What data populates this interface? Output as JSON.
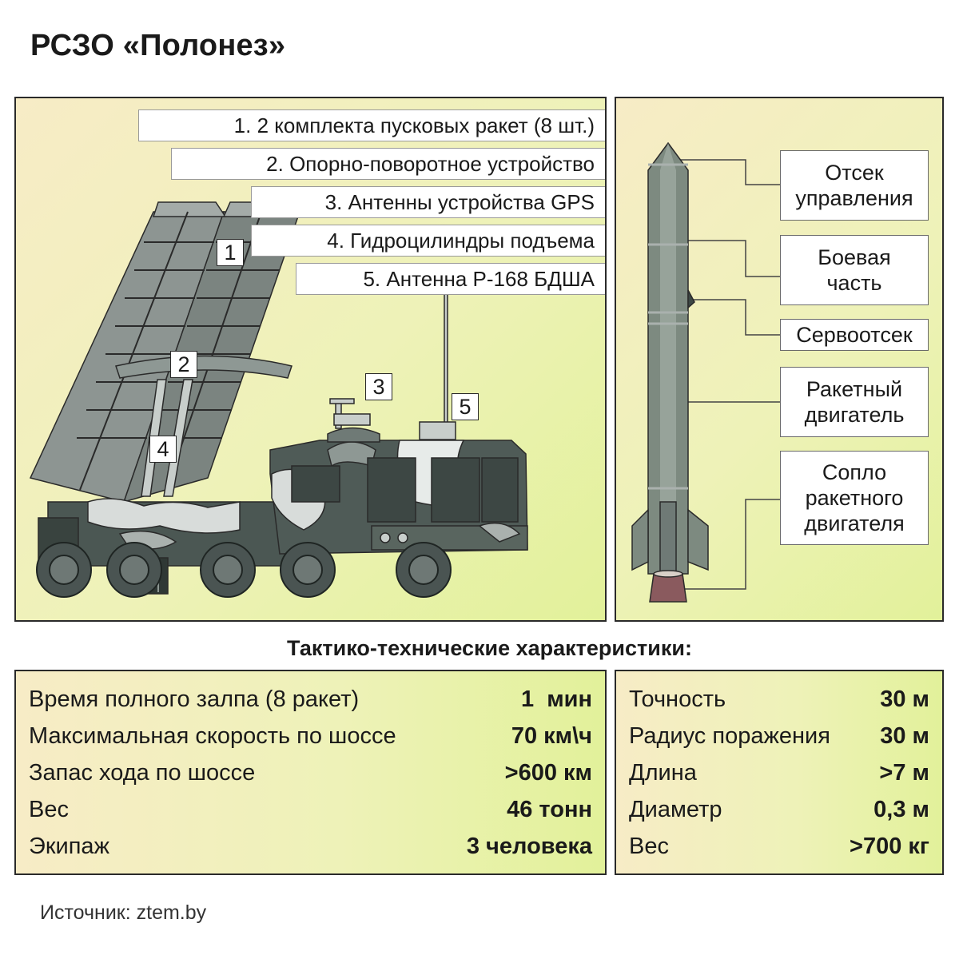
{
  "title": "РСЗО «Полонез»",
  "vehicle_labels": [
    "1. 2 комплекта пусковых ракет (8 шт.)",
    "2. Опорно-поворотное устройство",
    "3. Антенны устройства GPS",
    "4. Гидроцилиндры подъема",
    "5. Антенна Р-168 БДША"
  ],
  "callouts": [
    "1",
    "2",
    "3",
    "4",
    "5"
  ],
  "rocket_parts": [
    "Отсек управления",
    "Боевая часть",
    "Сервоотсек",
    "Ракетный двигатель",
    "Сопло ракетного двигателя"
  ],
  "specs_heading": "Тактико-технические характеристики:",
  "specs_vehicle": [
    {
      "label": "Время полного залпа (8 ракет)",
      "value": "1  мин"
    },
    {
      "label": "Максимальная скорость по шоссе",
      "value": "70 км\\ч"
    },
    {
      "label": "Запас хода по шоссе",
      "value": ">600 км"
    },
    {
      "label": "Вес",
      "value": "46 тонн"
    },
    {
      "label": "Экипаж",
      "value": "3 человека"
    }
  ],
  "specs_rocket": [
    {
      "label": "Точность",
      "value": "30 м"
    },
    {
      "label": "Радиус поражения",
      "value": "30 м"
    },
    {
      "label": "Длина",
      "value": ">7 м"
    },
    {
      "label": "Диаметр",
      "value": "0,3 м"
    },
    {
      "label": "Вес",
      "value": ">700 кг"
    }
  ],
  "source": "Источник: ztem.by",
  "colors": {
    "panel_bg_start": "#f7ecc6",
    "panel_bg_end": "#e2f19a",
    "camo_dark": "#3f4a46",
    "camo_mid": "#6f7a76",
    "camo_light": "#d8dcda",
    "rocket_body": "#7d8a80",
    "nozzle": "#8a5a5e"
  }
}
